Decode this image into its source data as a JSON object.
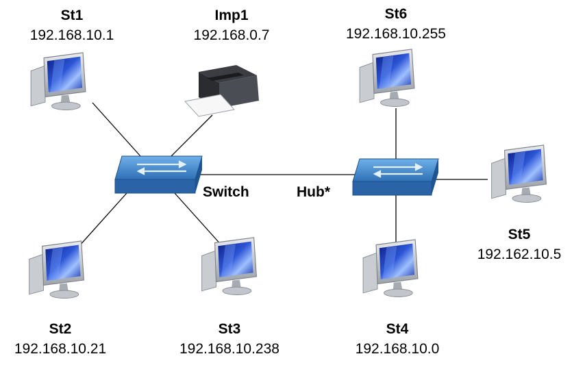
{
  "devices": {
    "st1": {
      "name": "St1",
      "ip": "192.168.10.1"
    },
    "imp1": {
      "name": "Imp1",
      "ip": "192.168.0.7"
    },
    "st6": {
      "name": "St6",
      "ip": "192.168.10.255"
    },
    "st2": {
      "name": "St2",
      "ip": "192.168.10.21"
    },
    "st3": {
      "name": "St3",
      "ip": "192.168.10.238"
    },
    "st4": {
      "name": "St4",
      "ip": "192.168.10.0"
    },
    "st5": {
      "name": "St5",
      "ip": "192.162.10.5"
    }
  },
  "network": {
    "switch_label": "Switch",
    "hub_label": "Hub*"
  },
  "colors": {
    "screen_blue": "#1f3fb8",
    "switch_blue": "#3a7fc4",
    "monitor_gray": "#b9bcc2",
    "line": "#000000"
  }
}
